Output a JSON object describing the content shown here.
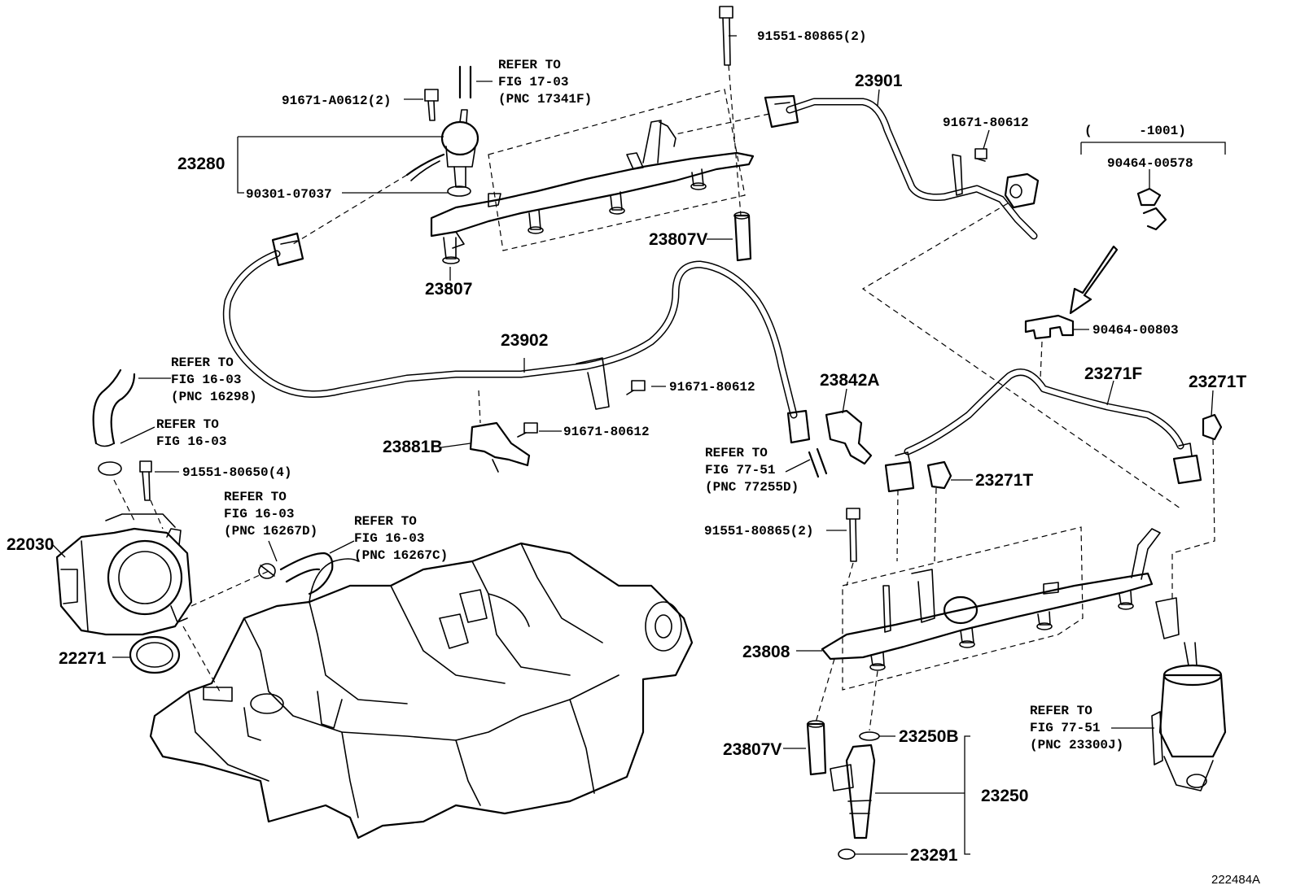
{
  "figure_code": "222484A",
  "labels": {
    "p23280": "23280",
    "p91671_A0612": "91671-A0612(2)",
    "p90301": "90301-07037",
    "p23807": "23807",
    "p23807V_top": "23807V",
    "p91551_80865_top": "91551-80865(2)",
    "p23901": "23901",
    "p91671_80612_a": "91671-80612",
    "p90464_00578": "90464-00578",
    "serial_range": "(      -1001)",
    "p90464_00803": "90464-00803",
    "p23902": "23902",
    "p91671_80612_b": "91671-80612",
    "p91671_80612_c": "91671-80612",
    "p23881B": "23881B",
    "p23842A": "23842A",
    "p23271F": "23271F",
    "p23271T_a": "23271T",
    "p23271T_b": "23271T",
    "p91551_80650": "91551-80650(4)",
    "p22030": "22030",
    "p22271": "22271",
    "p91551_80865_bot": "91551-80865(2)",
    "p23808": "23808",
    "p23807V_bot": "23807V",
    "p23250B": "23250B",
    "p23250": "23250",
    "p23291": "23291"
  },
  "refs": {
    "r17_03": [
      "REFER TO",
      "FIG 17-03",
      "(PNC 17341F)"
    ],
    "r16_03_a": [
      "REFER TO",
      "FIG 16-03",
      "(PNC 16298)"
    ],
    "r16_03_b": [
      "REFER TO",
      "FIG 16-03"
    ],
    "r16_03_c": [
      "REFER TO",
      "FIG 16-03",
      "(PNC 16267D)"
    ],
    "r16_03_d": [
      "REFER TO",
      "FIG 16-03",
      "(PNC 16267C)"
    ],
    "r77_51_a": [
      "REFER TO",
      "FIG 77-51",
      "(PNC 77255D)"
    ],
    "r77_51_b": [
      "REFER TO",
      "FIG 77-51",
      "(PNC 23300J)"
    ]
  }
}
